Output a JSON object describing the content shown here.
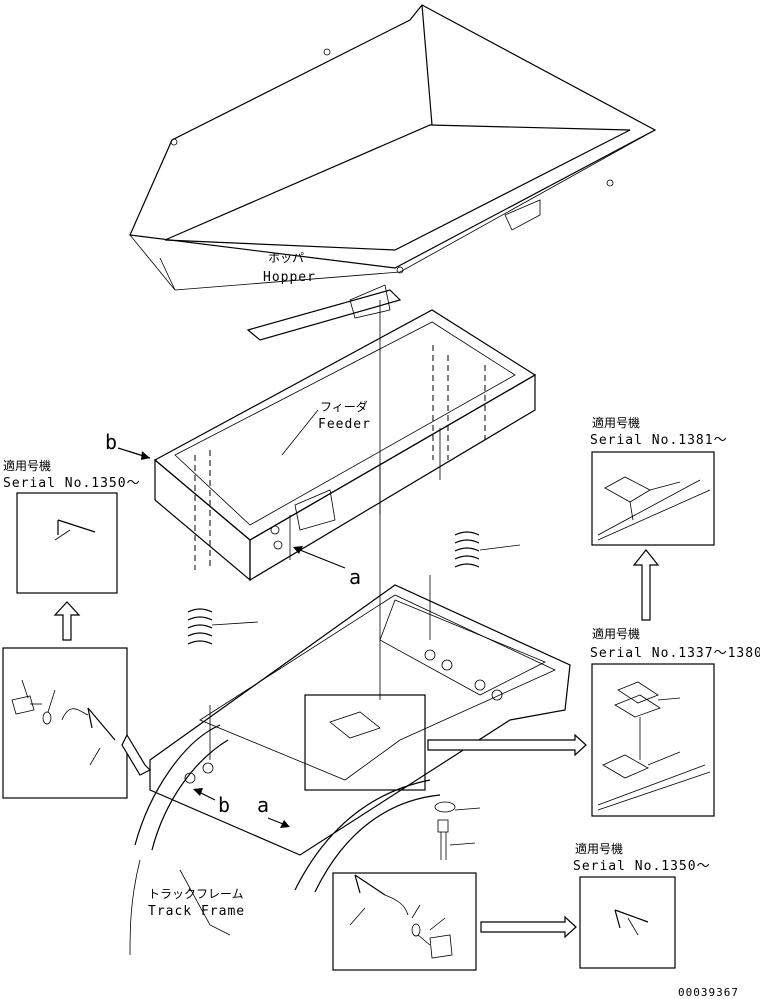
{
  "hopper": {
    "jp": "ホッパ",
    "en": "Hopper"
  },
  "feeder": {
    "jp": "フィーダ",
    "en": "Feeder"
  },
  "track_frame": {
    "jp": "トラックフレーム",
    "en": "Track Frame"
  },
  "markers": {
    "a": "a",
    "b": "b"
  },
  "callouts": {
    "left": {
      "jp": "適用号機",
      "serial": "Serial No.1350～"
    },
    "right_top": {
      "jp": "適用号機",
      "serial": "Serial No.1381～"
    },
    "right_mid": {
      "jp": "適用号機",
      "serial": "Serial No.1337～1380"
    },
    "bottom_right": {
      "jp": "適用号機",
      "serial": "Serial No.1350～"
    }
  },
  "drawing_number": "00039367"
}
